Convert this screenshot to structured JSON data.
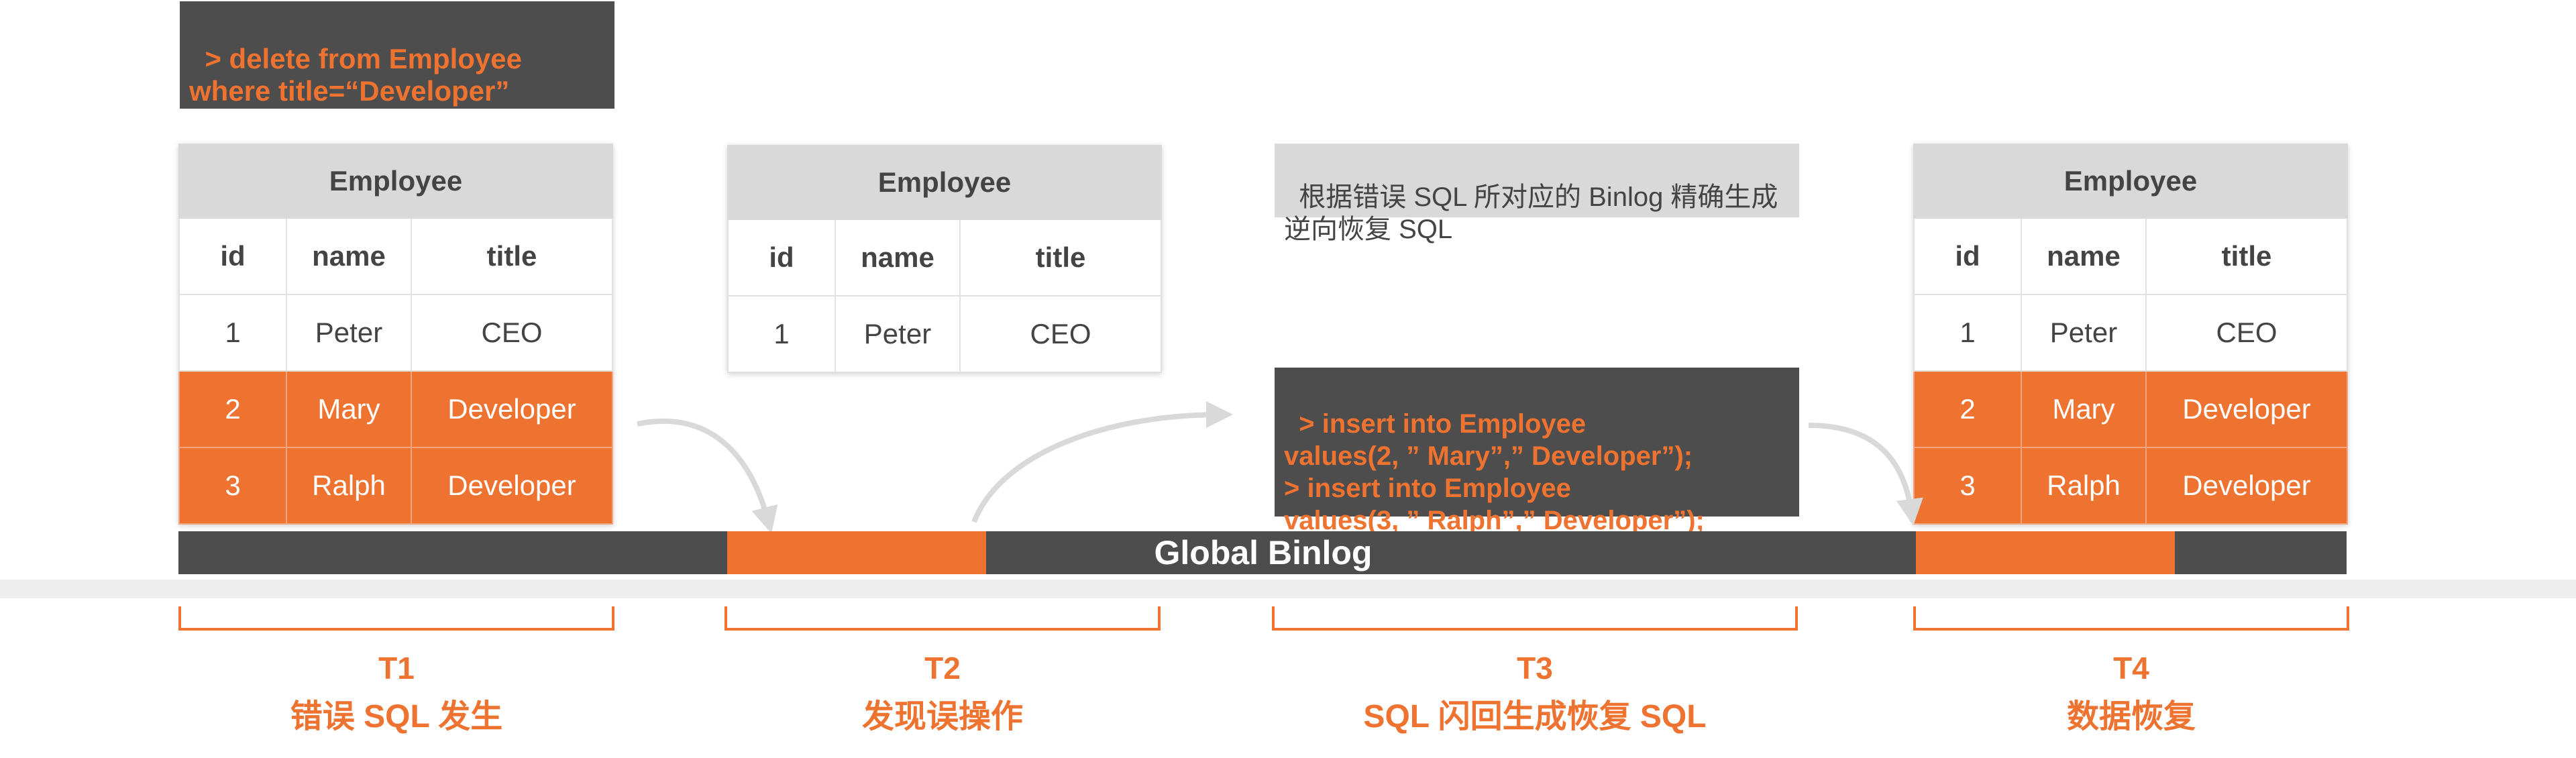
{
  "delete_sql": "> delete from Employee\nwhere title=“Developer”",
  "insert_sql": "> insert into Employee\nvalues(2, ” Mary”,” Developer”);\n> insert into Employee\nvalues(3, ” Ralph”,” Developer”);",
  "note": "根据错误 SQL 所对应的 Binlog 精确生成\n逆向恢复 SQL",
  "binlog_label": "Global Binlog",
  "tables": {
    "t1": {
      "title": "Employee",
      "headers": [
        "id",
        "name",
        "title"
      ],
      "rows": [
        [
          "1",
          "Peter",
          "CEO"
        ],
        [
          "2",
          "Mary",
          "Developer"
        ],
        [
          "3",
          "Ralph",
          "Developer"
        ]
      ],
      "highlight_rows": [
        1,
        2
      ]
    },
    "t2": {
      "title": "Employee",
      "headers": [
        "id",
        "name",
        "title"
      ],
      "rows": [
        [
          "1",
          "Peter",
          "CEO"
        ]
      ],
      "highlight_rows": []
    },
    "t4": {
      "title": "Employee",
      "headers": [
        "id",
        "name",
        "title"
      ],
      "rows": [
        [
          "1",
          "Peter",
          "CEO"
        ],
        [
          "2",
          "Mary",
          "Developer"
        ],
        [
          "3",
          "Ralph",
          "Developer"
        ]
      ],
      "highlight_rows": [
        1,
        2
      ]
    }
  },
  "phases": [
    {
      "t": "T1",
      "desc": "错误 SQL 发生"
    },
    {
      "t": "T2",
      "desc": "发现误操作"
    },
    {
      "t": "T3",
      "desc": "SQL 闪回生成恢复 SQL"
    },
    {
      "t": "T4",
      "desc": "数据恢复"
    }
  ],
  "colors": {
    "accent": "#ee7230",
    "dark": "#4d4d4d",
    "header": "#d9d9d9"
  }
}
